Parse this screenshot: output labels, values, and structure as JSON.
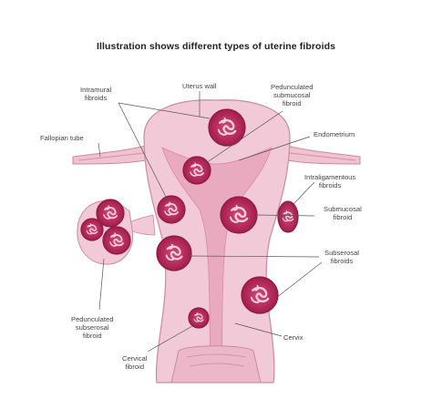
{
  "title": "Illustration shows different types of uterine fibroids",
  "labels": {
    "intramural": "Intramural\nfibroids",
    "uterus_wall": "Uterus wall",
    "pedunculated_submucosal": "Pedunculated\nsubmucosal\nfibroid",
    "fallopian_tube": "Fallopian tube",
    "endometrium": "Endometrium",
    "intraligamentous": "Intraligamentous\nfibroids",
    "submucosal": "Submucosal\nfibroid",
    "subserosal": "Subserosal\nfibroids",
    "pedunculated_subserosal": "Pedunculated\nsubserosal\nfibroid",
    "cervical": "Cervical\nfibroid",
    "cervix": "Cervix"
  },
  "colors": {
    "uterus_wall": "#f2c9d6",
    "uterus_outline": "#c98aa0",
    "cavity": "#e9aabf",
    "fibroid_ring": "#a8204f",
    "fibroid_fill": "#c53a6a",
    "fibroid_whorl": "#f6d2dd",
    "leader_line": "#555555"
  }
}
